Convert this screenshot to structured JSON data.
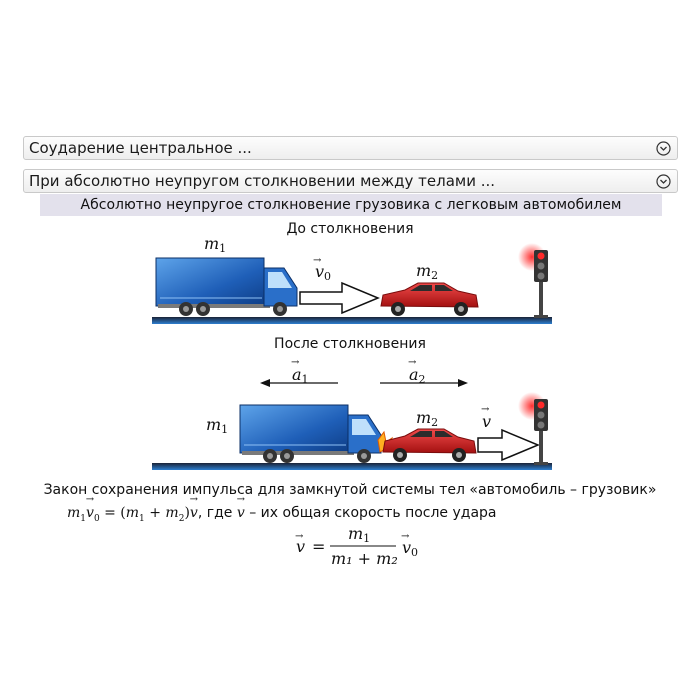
{
  "dropdowns": [
    {
      "label": "Соударение центральное ..."
    },
    {
      "label": "При абсолютно неупругом столкновении между телами ..."
    }
  ],
  "banner": "Абсолютно неупругое столкновение грузовика с легковым автомобилем",
  "before": {
    "caption": "До столкновения",
    "m1": "m",
    "m1_sub": "1",
    "m2": "m",
    "m2_sub": "2",
    "v0": "v",
    "v0_sub": "0"
  },
  "after": {
    "caption": "После столкновения",
    "a1": "a",
    "a1_sub": "1",
    "a2": "a",
    "a2_sub": "2",
    "m1": "m",
    "m1_sub": "1",
    "m2": "m",
    "m2_sub": "2",
    "v": "v"
  },
  "law": {
    "line1": "Закон сохранения импульса для замкнутой системы тел «автомобиль – грузовик»",
    "line2_tail": ", где",
    "line2_end": "– их общая скорость после удара",
    "frac_lhs": "v",
    "frac_eq": "=",
    "frac_num": "m",
    "frac_num_sub": "1",
    "frac_den": "m₁ + m₂",
    "frac_rhs": "v",
    "frac_rhs_sub": "0"
  },
  "colors": {
    "truck_blue": "#1f5fb8",
    "car_red": "#d41f1f",
    "road_dark": "#101828",
    "banner_bg": "#e3e1ec"
  },
  "icons": [
    "chevron-down-icon",
    "traffic-light-icon",
    "arrow-icon"
  ]
}
